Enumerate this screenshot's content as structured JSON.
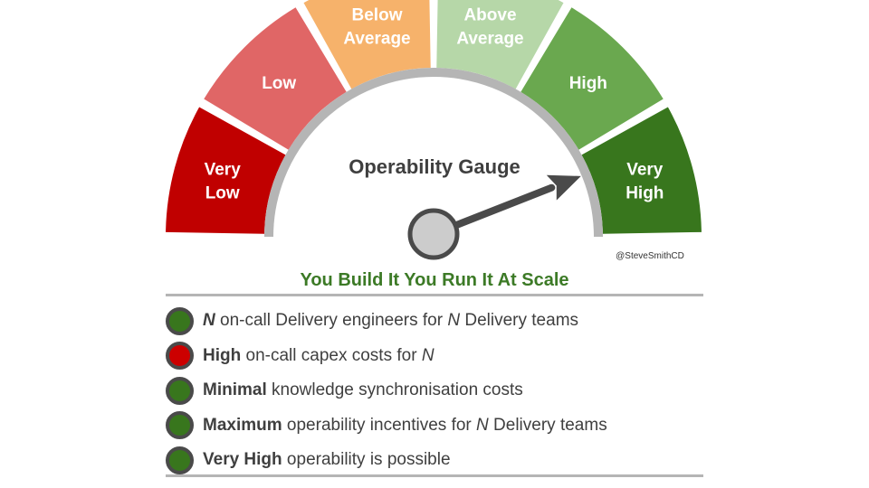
{
  "gauge": {
    "title": "Operability Gauge",
    "credit": "@SteveSmithCD",
    "level": "Very High",
    "segments": [
      {
        "lines": [
          "Very",
          "Low"
        ],
        "color": "#c00000"
      },
      {
        "lines": [
          "Low"
        ],
        "color": "#e06666"
      },
      {
        "lines": [
          "Below",
          "Average"
        ],
        "color": "#f6b26b"
      },
      {
        "lines": [
          "Above",
          "Average"
        ],
        "color": "#b6d7a8"
      },
      {
        "lines": [
          "High"
        ],
        "color": "#6aa84f"
      },
      {
        "lines": [
          "Very",
          "High"
        ],
        "color": "#38761d"
      }
    ]
  },
  "subtitle": "You Build It You Run It At Scale",
  "status_colors": {
    "good": "#38761d",
    "bad": "#cc0000"
  },
  "items": [
    {
      "status": "good",
      "parts": [
        {
          "style": "bi",
          "text": "N"
        },
        {
          "style": "n",
          "text": " on-call Delivery engineers for "
        },
        {
          "style": "i",
          "text": "N"
        },
        {
          "style": "n",
          "text": " Delivery teams"
        }
      ]
    },
    {
      "status": "bad",
      "parts": [
        {
          "style": "b",
          "text": "High"
        },
        {
          "style": "n",
          "text": " on-call capex costs for "
        },
        {
          "style": "i",
          "text": "N"
        }
      ]
    },
    {
      "status": "good",
      "parts": [
        {
          "style": "b",
          "text": "Minimal"
        },
        {
          "style": "n",
          "text": " knowledge synchronisation costs"
        }
      ]
    },
    {
      "status": "good",
      "parts": [
        {
          "style": "b",
          "text": "Maximum"
        },
        {
          "style": "n",
          "text": " operability incentives for "
        },
        {
          "style": "i",
          "text": "N"
        },
        {
          "style": "n",
          "text": " Delivery teams"
        }
      ]
    },
    {
      "status": "good",
      "parts": [
        {
          "style": "b",
          "text": "Very High"
        },
        {
          "style": "n",
          "text": " operability is possible"
        }
      ]
    }
  ]
}
